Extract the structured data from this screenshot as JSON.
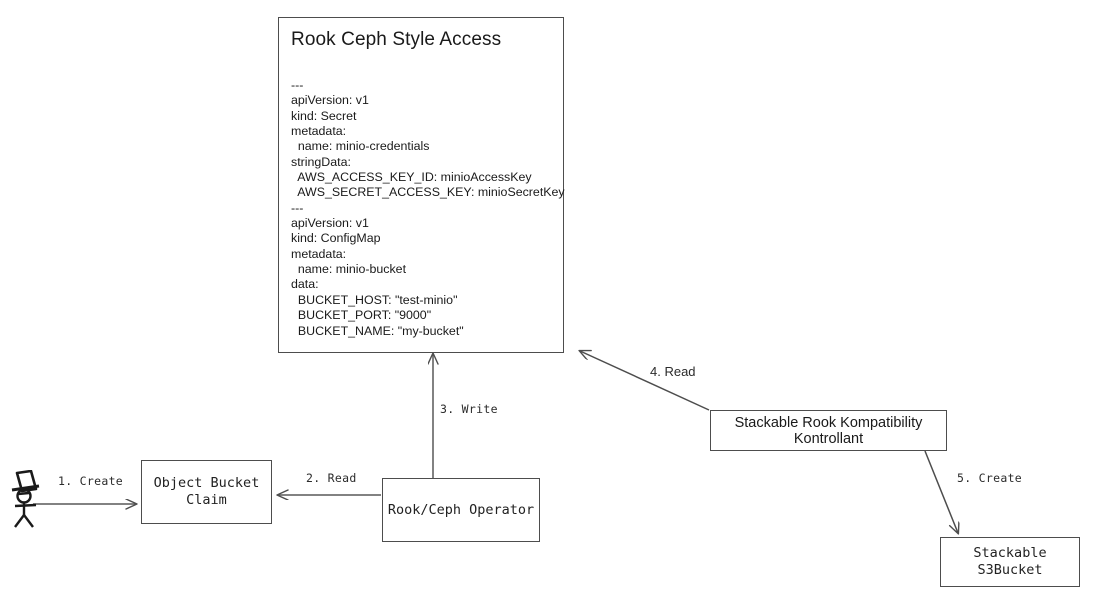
{
  "diagram": {
    "title": "Rook Ceph Style Access flow",
    "stroke_color": "#4d4d4d",
    "text_color": "#1a1a1a",
    "background": "#ffffff"
  },
  "spec_card": {
    "title": "Rook Ceph Style Access",
    "body": "---\napiVersion: v1\nkind: Secret\nmetadata:\n  name: minio-credentials\nstringData:\n  AWS_ACCESS_KEY_ID: minioAccessKey\n  AWS_SECRET_ACCESS_KEY: minioSecretKey\n---\napiVersion: v1\nkind: ConfigMap\nmetadata:\n  name: minio-bucket\ndata:\n  BUCKET_HOST: \"test-minio\"\n  BUCKET_PORT: \"9000\"\n  BUCKET_NAME: \"my-bucket\""
  },
  "nodes": [
    {
      "id": "object-bucket-claim",
      "label": "Object Bucket\nClaim",
      "font": "mono"
    },
    {
      "id": "rook-ceph-operator",
      "label": "Rook/Ceph Operator",
      "font": "mono"
    },
    {
      "id": "stackable-rook-kompatibility-kontrollant",
      "label": "Stackable Rook Kompatibility Kontrollant",
      "font": "sans"
    },
    {
      "id": "stackable-s3bucket",
      "label": "Stackable S3Bucket",
      "font": "mono"
    }
  ],
  "edges": [
    {
      "id": "edge-1-create",
      "label": "1. Create",
      "font": "mono",
      "from": "actor",
      "to": "object-bucket-claim"
    },
    {
      "id": "edge-2-read",
      "label": "2. Read",
      "font": "mono",
      "from": "rook-ceph-operator",
      "to": "object-bucket-claim"
    },
    {
      "id": "edge-3-write",
      "label": "3. Write",
      "font": "mono",
      "from": "rook-ceph-operator",
      "to": "spec-card"
    },
    {
      "id": "edge-4-read",
      "label": "4. Read",
      "font": "sans",
      "from": "stackable-rook-kompatibility-kontrollant",
      "to": "spec-card"
    },
    {
      "id": "edge-5-create",
      "label": "5. Create",
      "font": "mono",
      "from": "stackable-rook-kompatibility-kontrollant",
      "to": "stackable-s3bucket"
    }
  ],
  "actor": {
    "name": "user-actor",
    "description": "stick figure with top hat and glasses"
  }
}
